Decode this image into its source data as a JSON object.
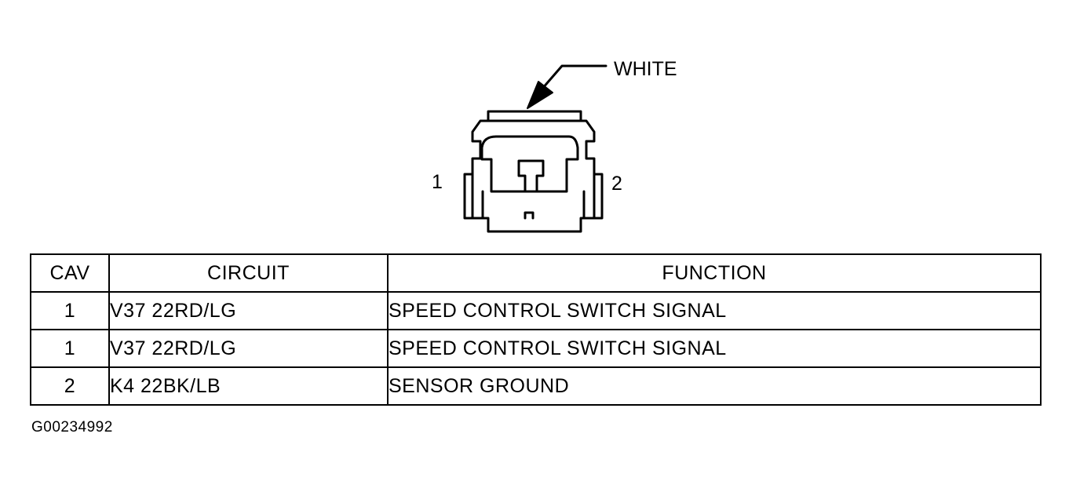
{
  "connector": {
    "color_label": "WHITE",
    "pin_left_label": "1",
    "pin_right_label": "2"
  },
  "table": {
    "headers": {
      "cav": "CAV",
      "circuit": "CIRCUIT",
      "function": "FUNCTION"
    },
    "rows": [
      {
        "cav": "1",
        "circuit": "V37 22RD/LG",
        "function": "SPEED CONTROL SWITCH SIGNAL"
      },
      {
        "cav": "1",
        "circuit": "V37 22RD/LG",
        "function": "SPEED CONTROL SWITCH SIGNAL"
      },
      {
        "cav": "2",
        "circuit": "K4 22BK/LB",
        "function": "SENSOR GROUND"
      }
    ]
  },
  "figure_id": "G00234992"
}
